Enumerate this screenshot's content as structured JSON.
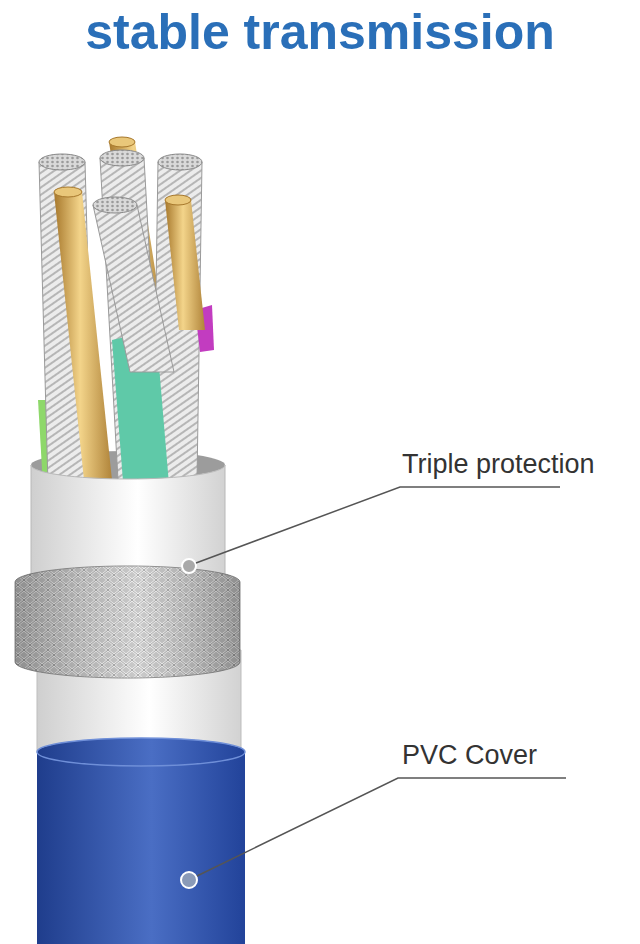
{
  "diagram": {
    "title": "stable transmission",
    "labels": [
      "Triple protection",
      "PVC Cover"
    ]
  }
}
